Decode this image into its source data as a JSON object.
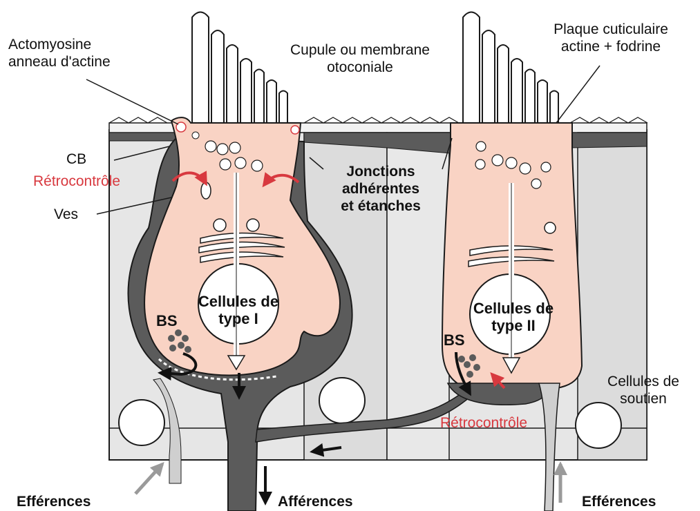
{
  "labels": {
    "actomyosine_line1": "Actomyosine",
    "actomyosine_line2": "anneau d'actine",
    "cupule_line1": "Cupule ou membrane",
    "cupule_line2": "otoconiale",
    "plaque_line1": "Plaque cuticulaire",
    "plaque_line2": "actine + fodrine",
    "cb": "CB",
    "retrocontrole_left": "Rétrocontrôle",
    "ves": "Ves",
    "jonctions_line1": "Jonctions",
    "jonctions_line2": "adhérentes",
    "jonctions_line3": "et étanches",
    "type1_line1": "Cellules de",
    "type1_line2": "type I",
    "type2_line1": "Cellules de",
    "type2_line2": "type II",
    "bs_left": "BS",
    "bs_right": "BS",
    "soutien_line1": "Cellules de",
    "soutien_line2": "soutien",
    "retrocontrole_right": "Rétrocontrôle",
    "efferences_left": "Efférences",
    "afferences": "Afférences",
    "efferences_right": "Efférences"
  },
  "colors": {
    "cell_fill": "#f9d3c4",
    "dark_tissue": "#5b5b5b",
    "support_tissue": "#e6e6e6",
    "outline": "#1a1a1a",
    "accent_red": "#d8393f",
    "efferent_arrow": "#9a9a9a"
  }
}
